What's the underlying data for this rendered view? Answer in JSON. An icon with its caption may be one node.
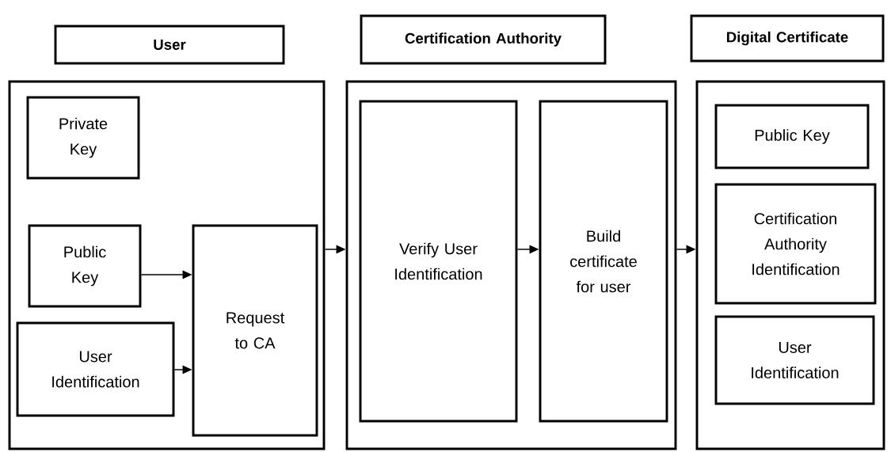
{
  "diagram": {
    "nodes": [
      {
        "text": [
          "User"
        ]
      },
      {
        "text": [],
        "shape": "box"
      },
      {
        "text": [
          "Private Key"
        ],
        "in": 1
      },
      {
        "text": [
          "Public Key"
        ],
        "in": 1
      },
      {
        "text": [
          "User Identification"
        ],
        "in": 1
      },
      {
        "text": [
          "Request to CA"
        ],
        "in": 1
      },
      {
        "text": [
          "Certification Authority"
        ]
      },
      {
        "text": [],
        "shape": "box"
      },
      {
        "text": [
          "Verify User Identification"
        ],
        "in": 7
      },
      {
        "text": [
          "Build certificate for user"
        ],
        "in": 7
      },
      {
        "text": [
          "Digital Certificate"
        ]
      },
      {
        "text": [],
        "shape": "box"
      },
      {
        "text": [
          "Public Key"
        ],
        "in": 11
      },
      {
        "text": [
          "Certification Authority Identification"
        ],
        "in": 11
      },
      {
        "text": [
          "User Identification"
        ],
        "in": 11
      }
    ],
    "edges": [
      {
        "from": 3,
        "to": 5,
        "arrow": "to"
      },
      {
        "from": 4,
        "to": 5,
        "arrow": "to"
      },
      {
        "from": 1,
        "to": 7,
        "arrow": "to"
      },
      {
        "from": 8,
        "to": 9,
        "arrow": "to"
      },
      {
        "from": 7,
        "to": 11,
        "arrow": "to"
      }
    ]
  }
}
